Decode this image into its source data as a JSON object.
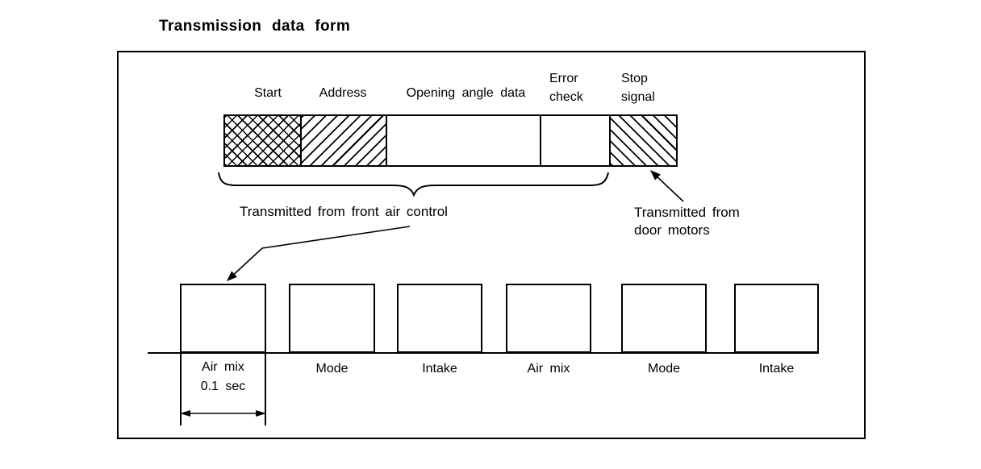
{
  "title": "Transmission data form",
  "data_form": {
    "segments": [
      {
        "label": "Start",
        "pattern": "crosshatch"
      },
      {
        "label": "Address",
        "pattern": "hatch-up"
      },
      {
        "label": "Opening angle data",
        "pattern": "plain"
      },
      {
        "label": "Error check",
        "pattern": "plain"
      },
      {
        "label": "Stop signal",
        "pattern": "hatch-down"
      }
    ],
    "front_caption": "Transmitted from front air control",
    "door_caption_line1": "Transmitted from",
    "door_caption_line2": "door motors"
  },
  "pulse_train": {
    "labels": [
      "Air mix",
      "Mode",
      "Intake",
      "Air mix",
      "Mode",
      "Intake"
    ],
    "first_pulse_duration": "0.1 sec"
  },
  "colors": {
    "ink": "#000000",
    "paper": "#ffffff"
  }
}
